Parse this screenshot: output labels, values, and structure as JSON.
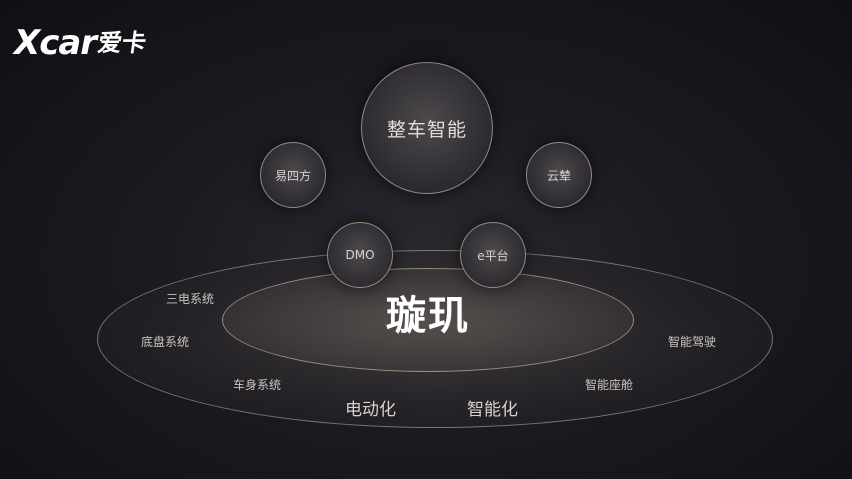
{
  "logo": {
    "mark": "Xcar",
    "sub": "爱卡"
  },
  "center": {
    "title": "璇玑"
  },
  "circles": {
    "main": "整车智能",
    "left": "易四方",
    "right": "云辇",
    "dmo": "DMO",
    "eplatform": "e平台"
  },
  "outer_labels": {
    "three_electric": "三电系统",
    "chassis": "底盘系统",
    "body": "车身系统",
    "electrification": "电动化",
    "intelligence": "智能化",
    "cockpit": "智能座舱",
    "driving": "智能驾驶"
  }
}
